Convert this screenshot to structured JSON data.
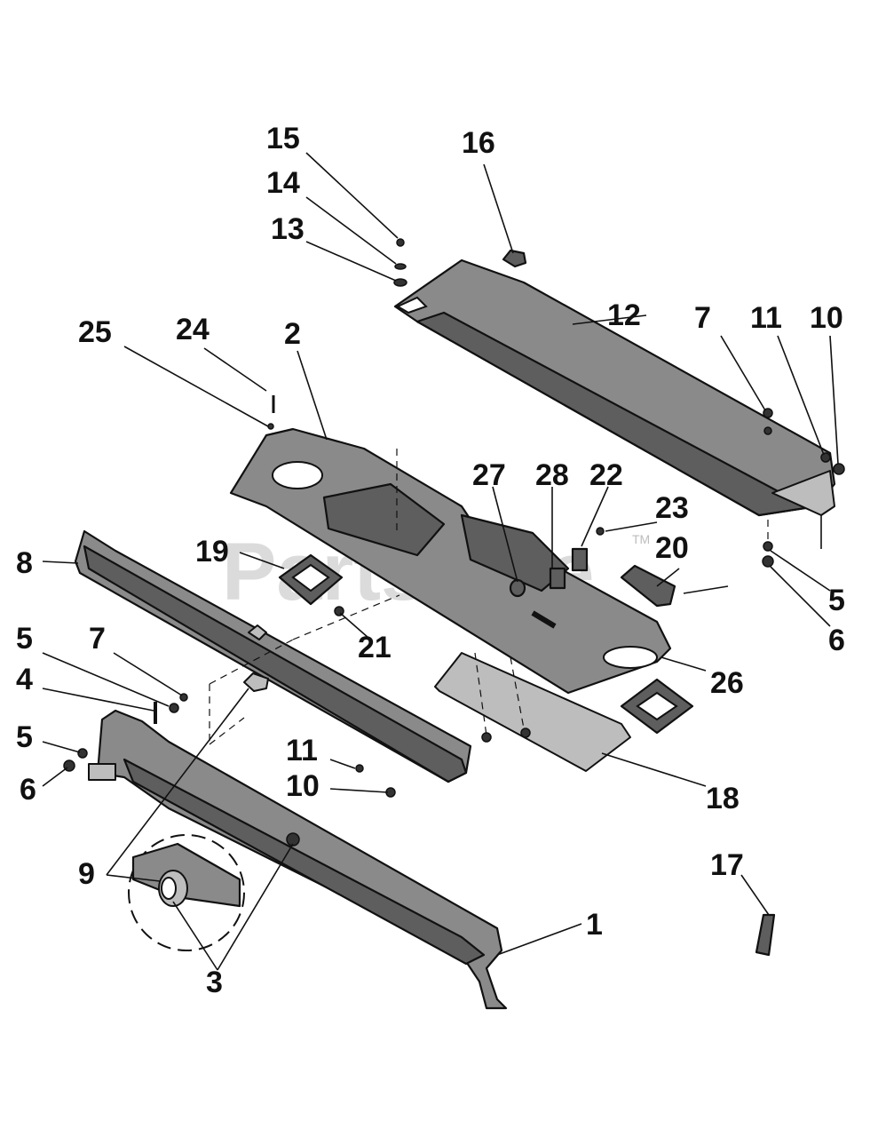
{
  "watermark": "PartsTree",
  "trademark": "TM",
  "callouts": [
    "1",
    "2",
    "3",
    "3",
    "4",
    "5",
    "5",
    "5",
    "6",
    "6",
    "7",
    "7",
    "8",
    "9",
    "10",
    "10",
    "11",
    "11",
    "12",
    "13",
    "14",
    "15",
    "16",
    "17",
    "18",
    "19",
    "20",
    "21",
    "22",
    "23",
    "24",
    "25",
    "26",
    "27",
    "28"
  ],
  "labels": {
    "l1": "1",
    "l2": "2",
    "l3": "3",
    "l4": "4",
    "l5a": "5",
    "l5b": "5",
    "l5c": "5",
    "l6a": "6",
    "l6b": "6",
    "l7a": "7",
    "l7b": "7",
    "l8": "8",
    "l9": "9",
    "l10a": "10",
    "l10b": "10",
    "l11a": "11",
    "l11b": "11",
    "l12": "12",
    "l13": "13",
    "l14": "14",
    "l15": "15",
    "l16": "16",
    "l17": "17",
    "l18": "18",
    "l19": "19",
    "l20": "20",
    "l21": "21",
    "l22": "22",
    "l23": "23",
    "l24": "24",
    "l25": "25",
    "l26": "26",
    "l27": "27",
    "l28": "28"
  }
}
